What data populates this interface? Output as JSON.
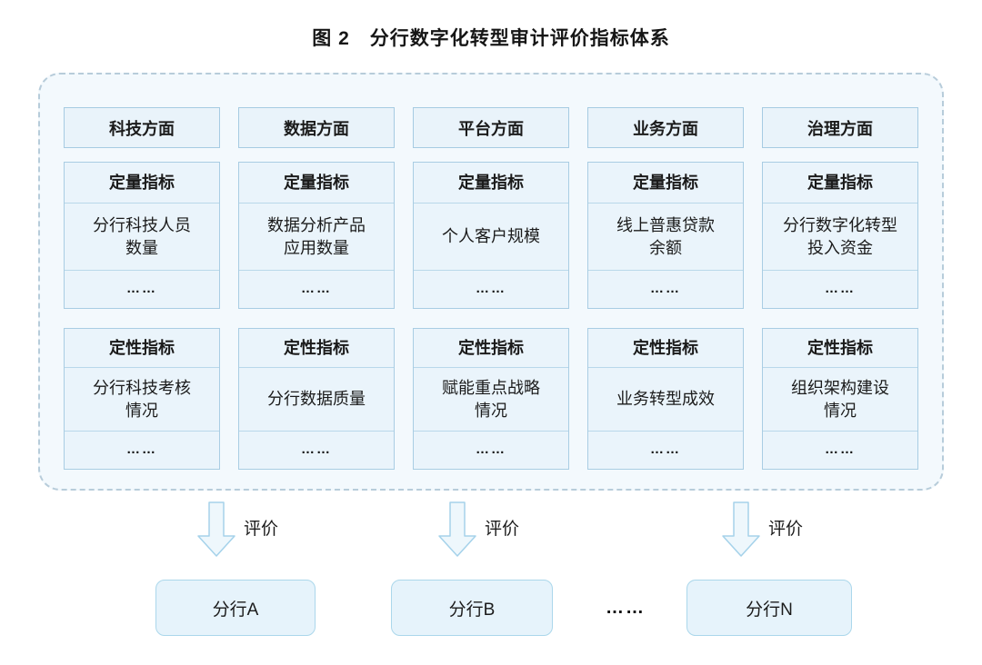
{
  "figure": {
    "title": "图 2　分行数字化转型审计评价指标体系"
  },
  "colors": {
    "container_bg": "#f3f9fd",
    "container_border": "#b7ccda",
    "box_bg": "#e9f3fa",
    "box_border": "#a6cbe2",
    "cell_divider": "#b9d8ea",
    "branch_bg": "#e6f3fb",
    "branch_border": "#abd7eb",
    "arrow_fill": "#eef7fc",
    "arrow_stroke": "#a5d2ea",
    "text": "#1b1b1b"
  },
  "columns": [
    {
      "aspect": "科技方面",
      "quant_label": "定量指标",
      "quant_item": "分行科技人员\n数量",
      "quant_ellipsis": "……",
      "qual_label": "定性指标",
      "qual_item": "分行科技考核\n情况",
      "qual_ellipsis": "……"
    },
    {
      "aspect": "数据方面",
      "quant_label": "定量指标",
      "quant_item": "数据分析产品\n应用数量",
      "quant_ellipsis": "……",
      "qual_label": "定性指标",
      "qual_item": "分行数据质量",
      "qual_ellipsis": "……"
    },
    {
      "aspect": "平台方面",
      "quant_label": "定量指标",
      "quant_item": "个人客户规模",
      "quant_ellipsis": "……",
      "qual_label": "定性指标",
      "qual_item": "赋能重点战略\n情况",
      "qual_ellipsis": "……"
    },
    {
      "aspect": "业务方面",
      "quant_label": "定量指标",
      "quant_item": "线上普惠贷款\n余额",
      "quant_ellipsis": "……",
      "qual_label": "定性指标",
      "qual_item": "业务转型成效",
      "qual_ellipsis": "……"
    },
    {
      "aspect": "治理方面",
      "quant_label": "定量指标",
      "quant_item": "分行数字化转型\n投入资金",
      "quant_ellipsis": "……",
      "qual_label": "定性指标",
      "qual_item": "组织架构建设\n情况",
      "qual_ellipsis": "……"
    }
  ],
  "evaluation": {
    "arrow_label": "评价",
    "branch_a": "分行A",
    "branch_b": "分行B",
    "ellipsis": "……",
    "branch_n": "分行N"
  }
}
